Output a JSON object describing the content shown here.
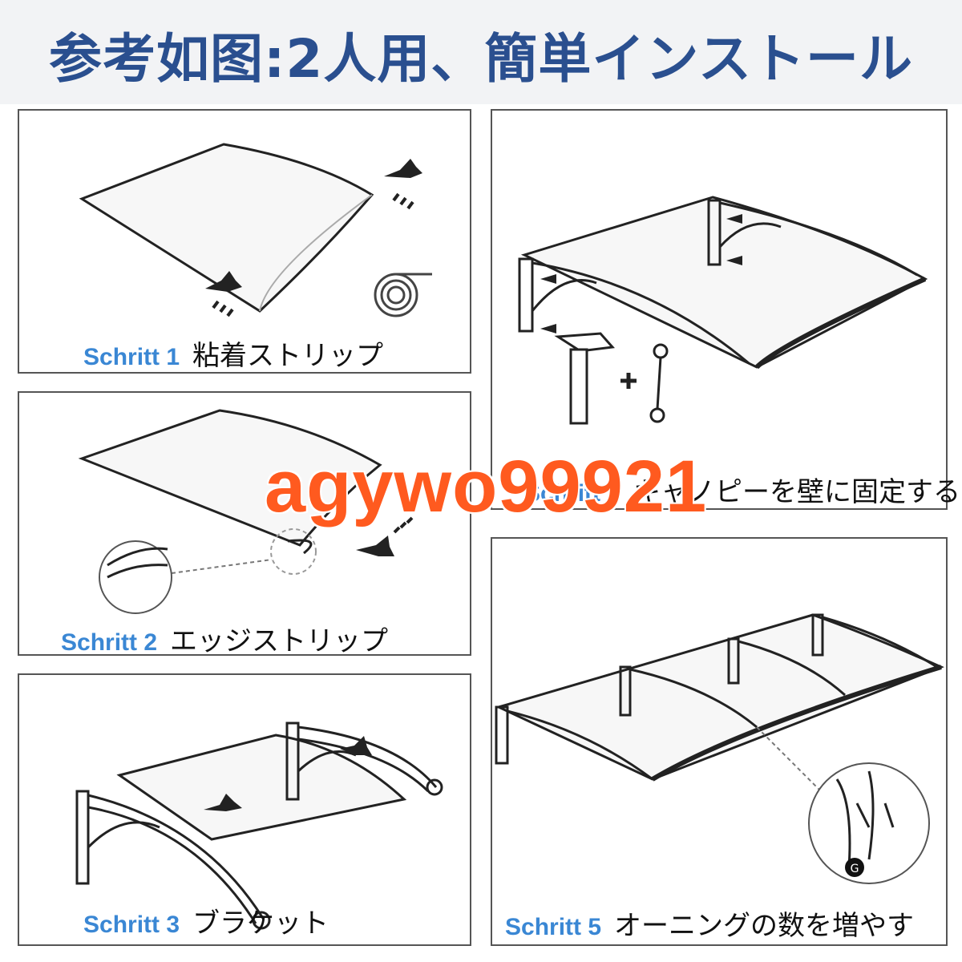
{
  "header": {
    "title": "参考如图:2人用、簡単インストール"
  },
  "steps": [
    {
      "label": "Schritt 1",
      "text": "粘着ストリップ"
    },
    {
      "label": "Schritt 2",
      "text": "エッジストリップ"
    },
    {
      "label": "Schritt 3",
      "text": "ブラケット"
    },
    {
      "label": "Schritt 4",
      "text": "キャノピーを壁に固定する"
    },
    {
      "label": "Schritt 5",
      "text": "オーニングの数を増やす"
    }
  ],
  "callout_badge": "G",
  "watermark": "agywo99921",
  "colors": {
    "title": "#2a4f8f",
    "step_label": "#3a87d4",
    "watermark": "#ff5a1f",
    "line": "#333333"
  },
  "icons": [
    "arrow-icon",
    "roll-icon",
    "hammer-icon",
    "wrench-icon",
    "plus-icon",
    "screw-icon"
  ]
}
